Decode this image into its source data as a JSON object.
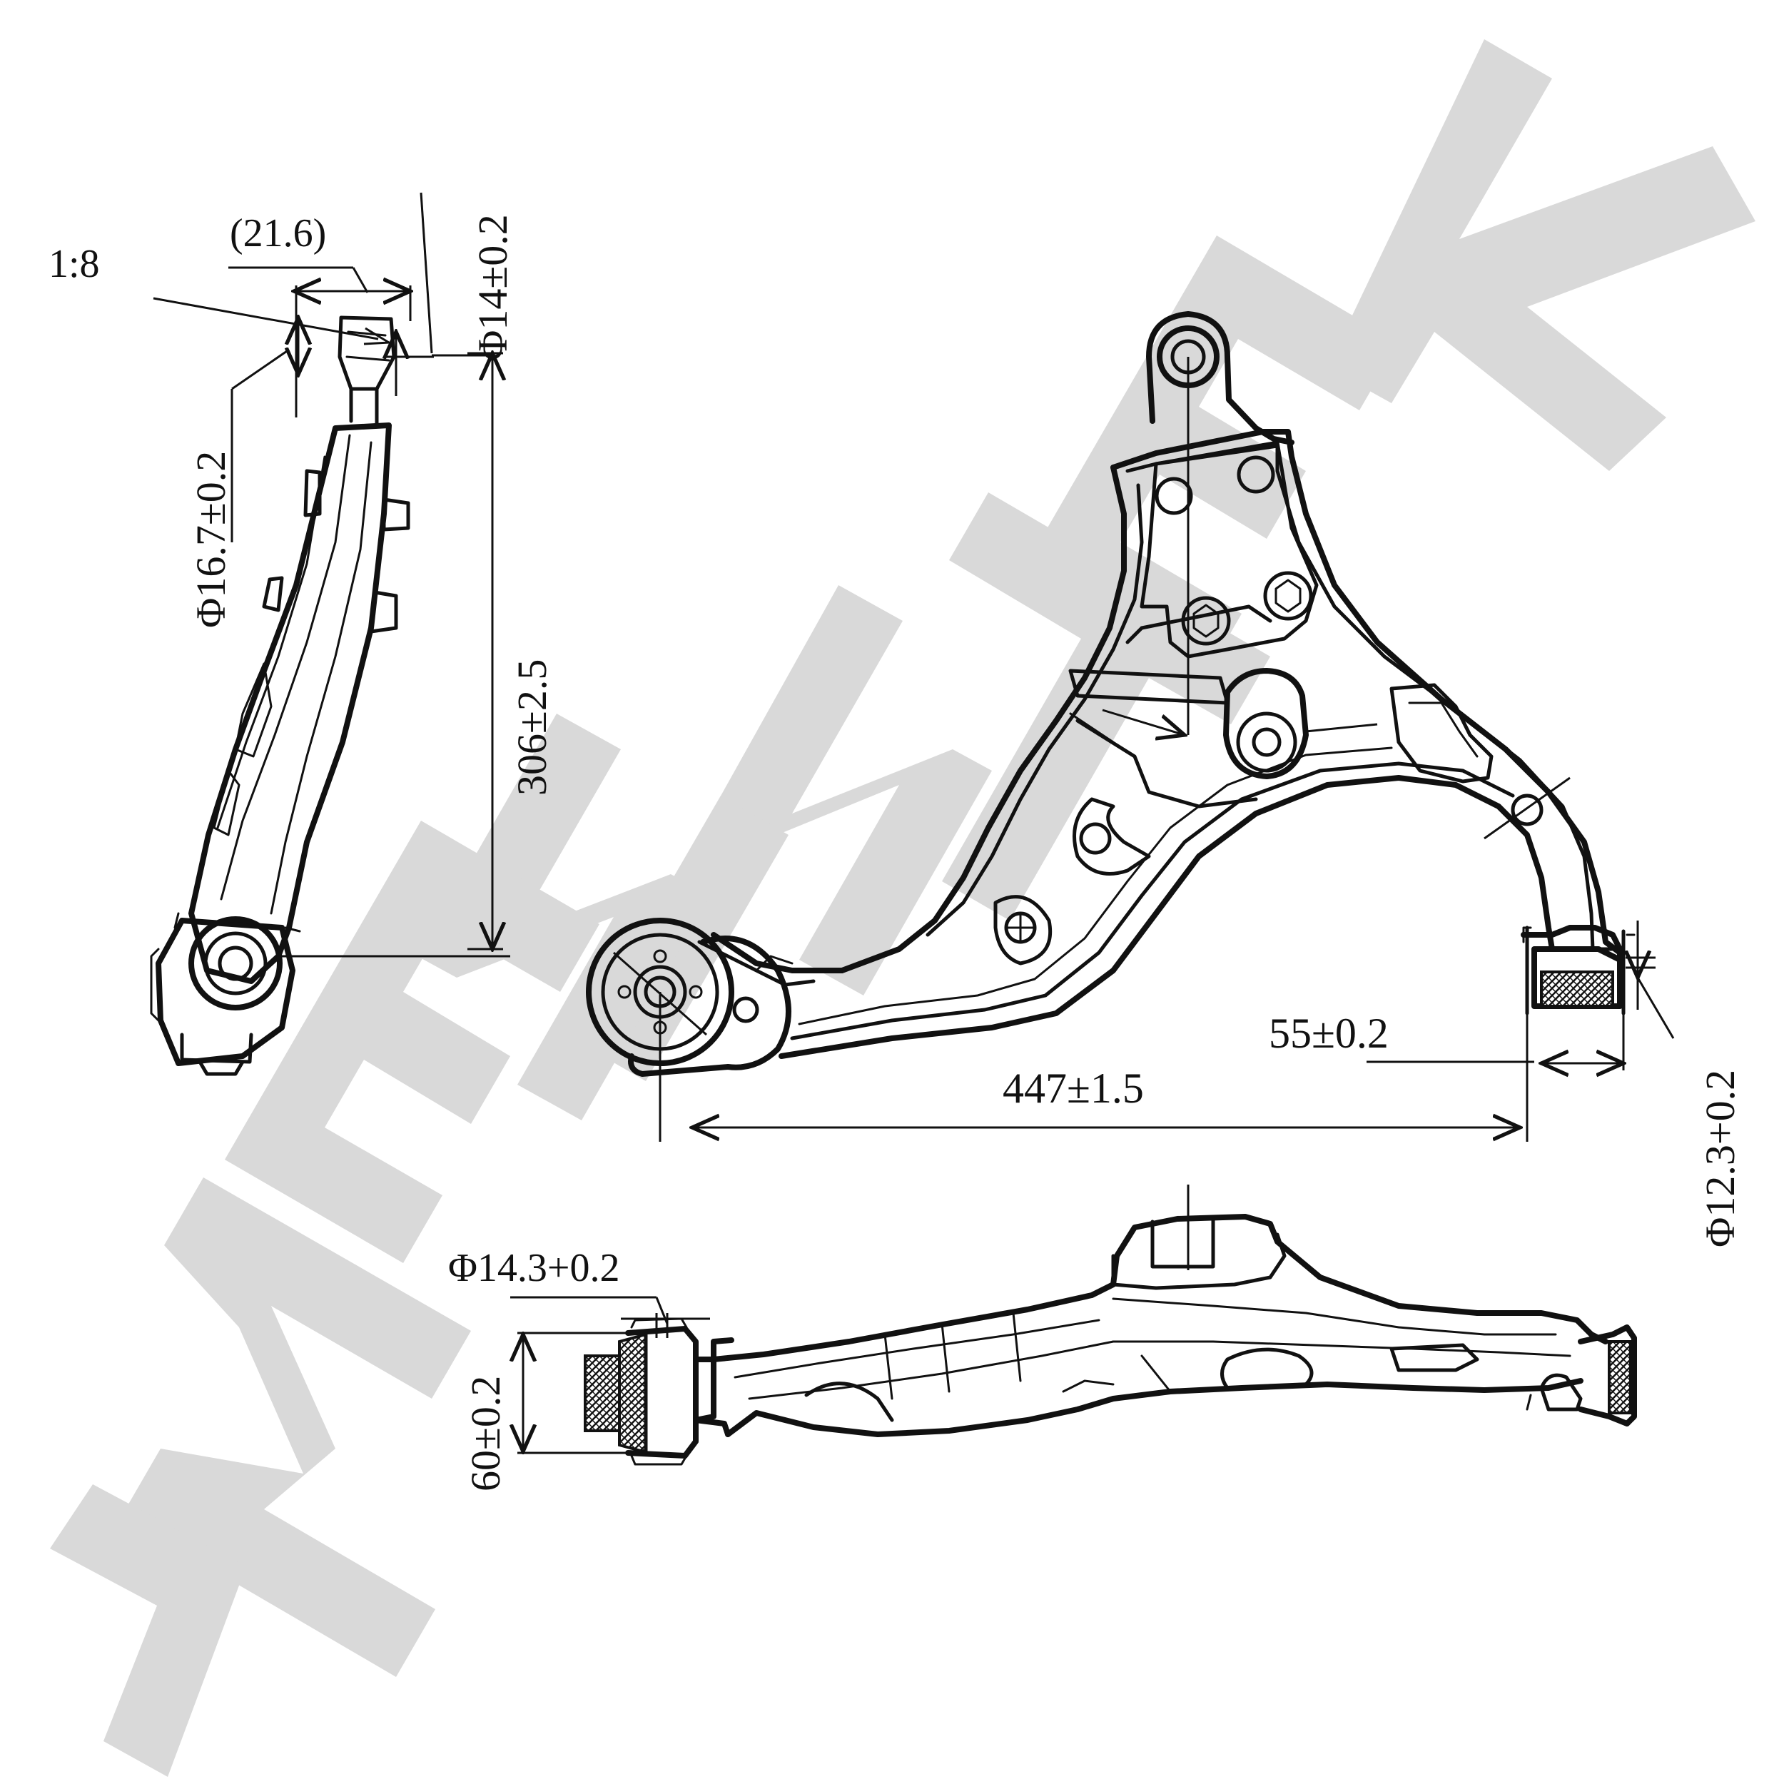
{
  "watermark": {
    "text": "ZENINTEK",
    "color": "#d9d9d9"
  },
  "side_view": {
    "ratio_label": "1:8",
    "width_label": "(21.6)",
    "bore_label": "Φ16.7±0.2",
    "pin_label": "Φ14±0.2",
    "length_label": "306±2.5"
  },
  "top_view": {
    "span_label": "447±1.5",
    "bushing_width_label": "55±0.2",
    "bushing_bore_label": "Φ12.3+0.2"
  },
  "front_view": {
    "bore_label": "Φ14.3+0.2",
    "height_label": "60±0.2"
  },
  "colors": {
    "line": "#111111",
    "background": "#ffffff"
  }
}
